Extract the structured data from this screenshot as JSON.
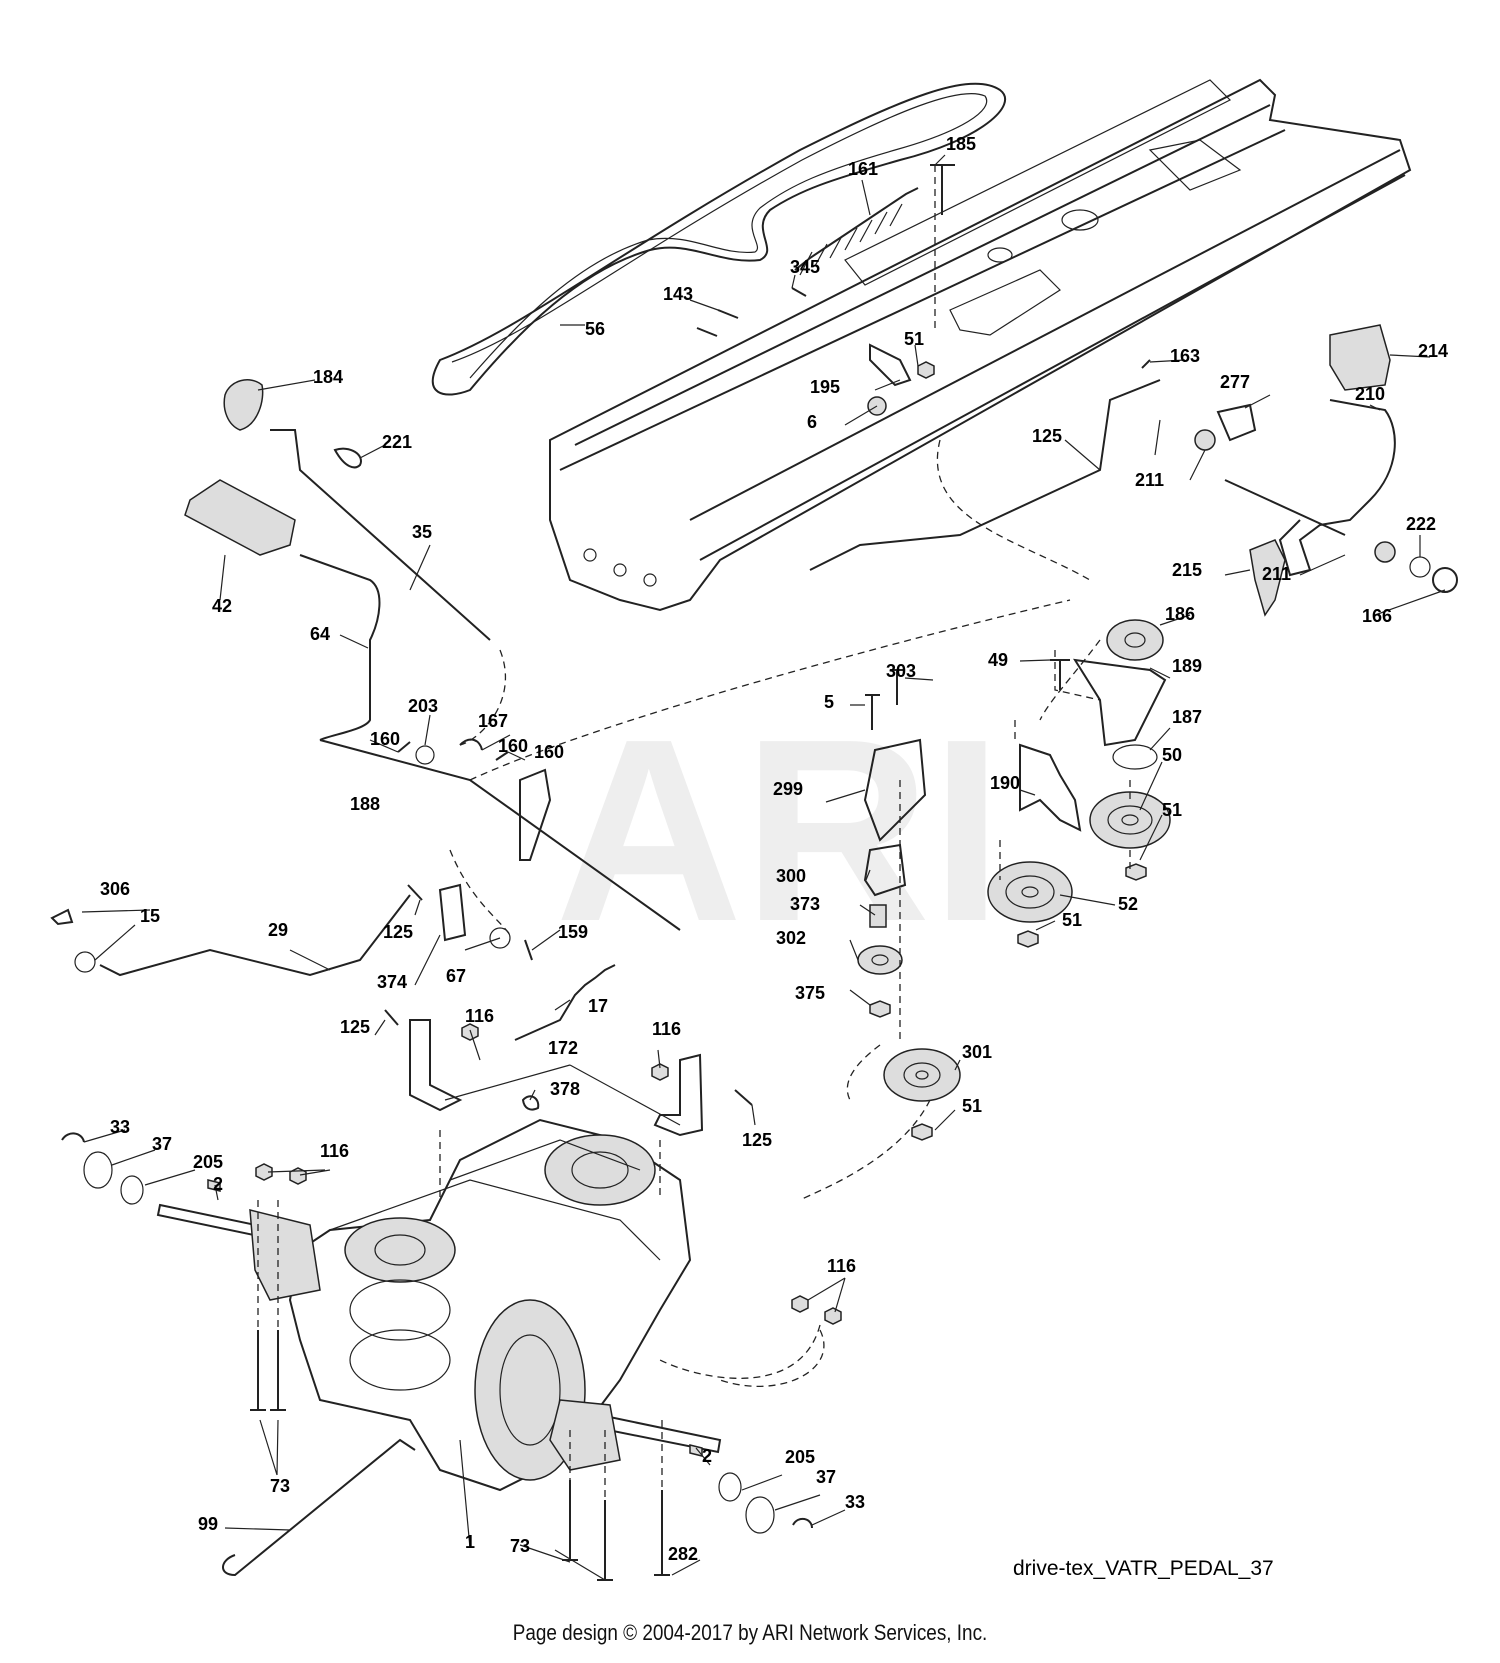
{
  "diagram": {
    "watermark": "ARI",
    "reference": "drive-tex_VATR_PEDAL_37",
    "footer": "Page design © 2004-2017 by ARI Network Services, Inc.",
    "labels": [
      "185",
      "161",
      "345",
      "143",
      "56",
      "51",
      "195",
      "6",
      "184",
      "221",
      "35",
      "42",
      "64",
      "203",
      "167",
      "160",
      "160",
      "160",
      "163",
      "125",
      "211",
      "277",
      "214",
      "210",
      "222",
      "211",
      "166",
      "215",
      "186",
      "49",
      "189",
      "303",
      "5",
      "187",
      "190",
      "50",
      "299",
      "51",
      "188",
      "300",
      "373",
      "52",
      "51",
      "302",
      "375",
      "306",
      "15",
      "29",
      "125",
      "374",
      "67",
      "159",
      "17",
      "125",
      "116",
      "172",
      "116",
      "378",
      "125",
      "301",
      "51",
      "33",
      "37",
      "205",
      "2",
      "116",
      "116",
      "73",
      "99",
      "1",
      "2",
      "205",
      "37",
      "33",
      "73",
      "282"
    ]
  }
}
